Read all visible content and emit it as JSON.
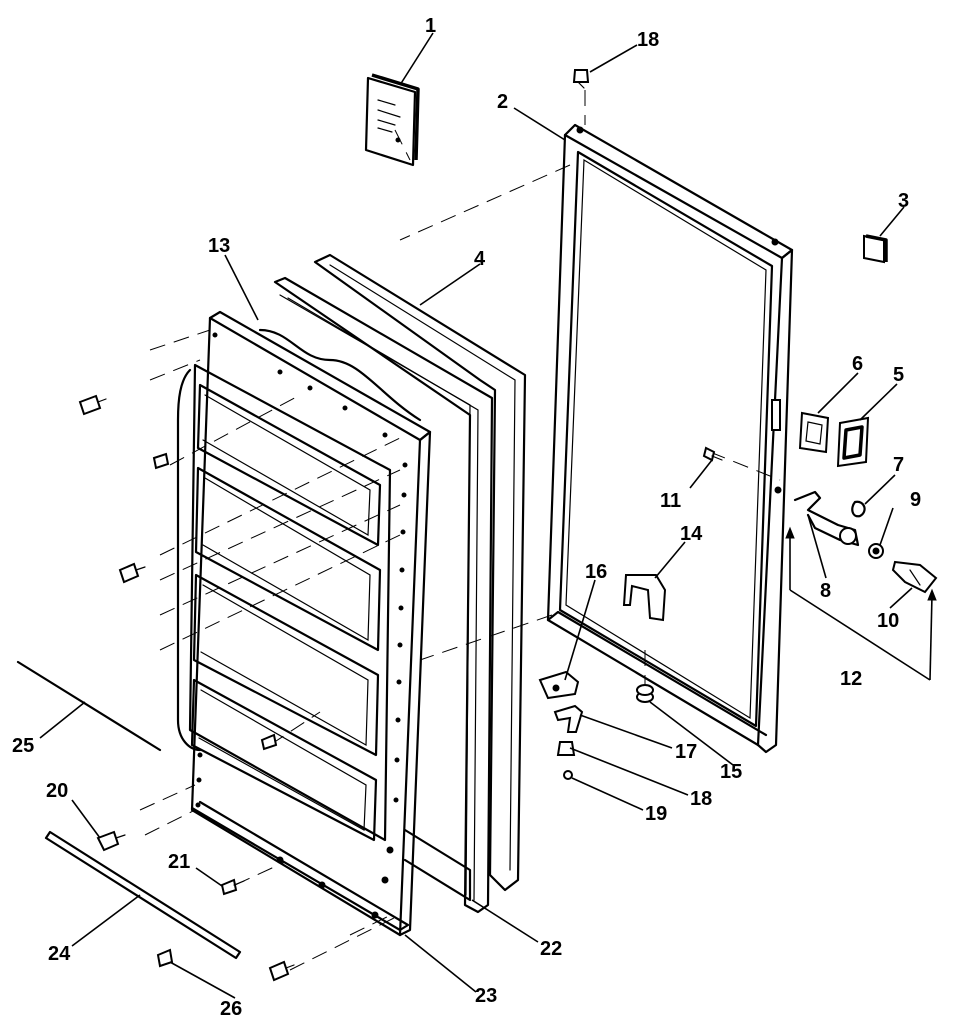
{
  "diagram": {
    "callouts": [
      {
        "number": "1",
        "part": "1"
      },
      {
        "number": "2",
        "part": "2"
      },
      {
        "number": "3",
        "part": "3"
      },
      {
        "number": "4",
        "part": "4"
      },
      {
        "number": "5",
        "part": "5"
      },
      {
        "number": "6",
        "part": "6"
      },
      {
        "number": "7",
        "part": "7"
      },
      {
        "number": "8",
        "part": "8"
      },
      {
        "number": "9",
        "part": "9"
      },
      {
        "number": "10",
        "part": "10"
      },
      {
        "number": "11",
        "part": "11"
      },
      {
        "number": "12",
        "part": "12"
      },
      {
        "number": "13",
        "part": "13"
      },
      {
        "number": "14",
        "part": "14"
      },
      {
        "number": "15",
        "part": "15"
      },
      {
        "number": "16",
        "part": "16"
      },
      {
        "number": "17",
        "part": "17"
      },
      {
        "number": "18",
        "part": "18-top"
      },
      {
        "number": "18",
        "part": "18-bottom"
      },
      {
        "number": "19",
        "part": "19"
      },
      {
        "number": "20",
        "part": "20"
      },
      {
        "number": "21",
        "part": "21"
      },
      {
        "number": "22",
        "part": "22"
      },
      {
        "number": "23",
        "part": "23"
      },
      {
        "number": "24",
        "part": "24"
      },
      {
        "number": "25",
        "part": "25"
      },
      {
        "number": "26",
        "part": "26"
      }
    ]
  }
}
